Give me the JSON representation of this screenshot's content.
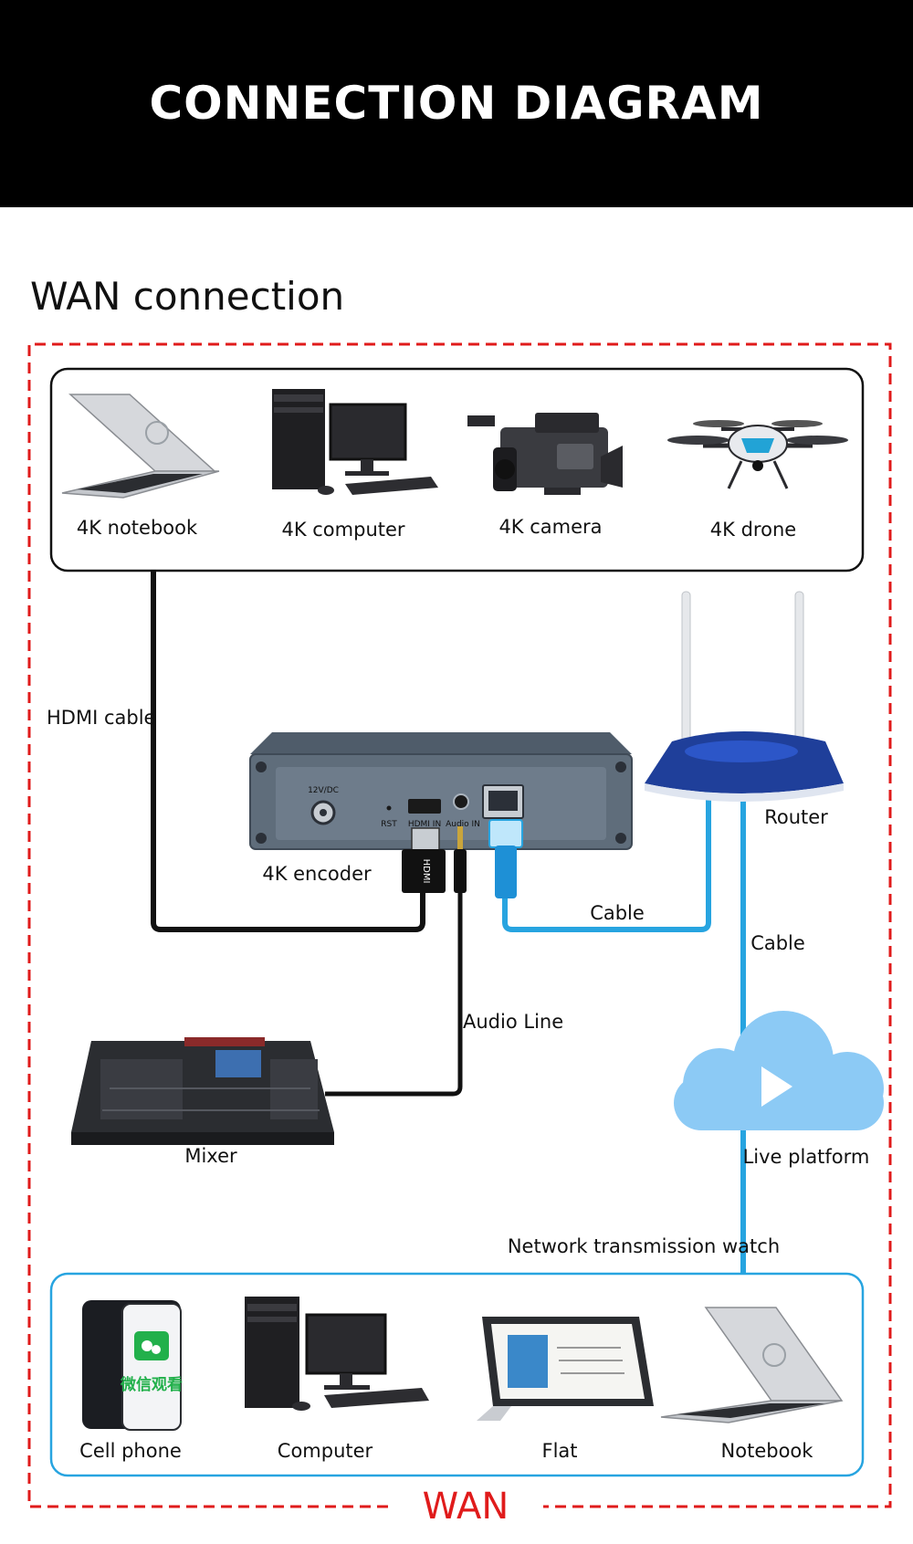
{
  "header": {
    "title": "CONNECTION DIAGRAM"
  },
  "section_title": "WAN connection",
  "sources": [
    {
      "label": "4K notebook"
    },
    {
      "label": "4K computer"
    },
    {
      "label": "4K camera"
    },
    {
      "label": "4K drone"
    }
  ],
  "encoder": {
    "label": "4K encoder",
    "ports": {
      "power": "12V/DC",
      "reset": "RST",
      "hdmi": "HDMI IN",
      "audio": "Audio IN"
    },
    "hdmi_plug_text": "HDMI"
  },
  "router": {
    "label": "Router"
  },
  "cables": {
    "hdmi": "HDMI cable",
    "lan": "Cable",
    "wan": "Cable",
    "audio": "Audio Line"
  },
  "mixer": {
    "label": "Mixer"
  },
  "cloud": {
    "label": "Live platform"
  },
  "network_label": "Network transmission watch",
  "viewers": [
    {
      "label": "Cell phone"
    },
    {
      "label": "Computer"
    },
    {
      "label": "Flat"
    },
    {
      "label": "Notebook"
    }
  ],
  "phone_screen_text": "微信观看",
  "frame_label": "WAN",
  "colors": {
    "wan_red": "#e01b1b",
    "cable_blue": "#27a4e0",
    "cloud_blue": "#8ccaf5",
    "router_blue": "#1f3f9a"
  }
}
